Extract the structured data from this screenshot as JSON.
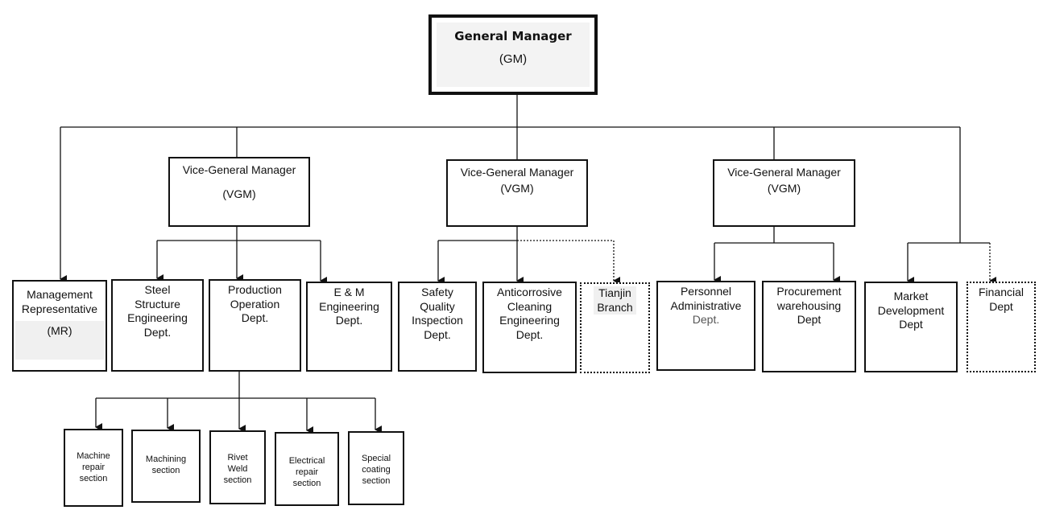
{
  "general_manager": {
    "title": "General Manager",
    "abbr": "(GM)"
  },
  "vgm_left": {
    "title": "Vice-General Manager",
    "abbr": "(VGM)"
  },
  "vgm_middle": {
    "title": "Vice-General Manager",
    "abbr": "(VGM)"
  },
  "vgm_right": {
    "title": "Vice-General Manager",
    "abbr": "(VGM)"
  },
  "management_rep": {
    "line1": "Management",
    "line2": "Representative",
    "abbr": "(MR)"
  },
  "departments": {
    "steel": [
      "Steel",
      "Structure",
      "Engineering",
      "Dept."
    ],
    "production": [
      "Production",
      "Operation",
      "Dept."
    ],
    "em": [
      "E & M",
      "Engineering",
      "Dept."
    ],
    "safety": [
      "Safety",
      "Quality",
      "Inspection",
      "Dept."
    ],
    "anticorrosive": [
      "Anticorrosive",
      "Cleaning",
      "Engineering",
      "Dept."
    ],
    "tianjin": [
      "Tianjin",
      "Branch"
    ],
    "personnel": [
      "Personnel",
      "Administrative",
      "Dept."
    ],
    "procurement": [
      "Procurement",
      "warehousing",
      "Dept"
    ],
    "market": [
      "Market",
      "Development",
      "Dept"
    ],
    "financial": [
      "Financial",
      "Dept"
    ]
  },
  "sections": {
    "machine_repair": [
      "Machine",
      "repair",
      "section"
    ],
    "machining": [
      "Machining",
      "section"
    ],
    "rivet_weld": [
      "Rivet",
      "Weld",
      "section"
    ],
    "electrical_repair": [
      "Electrical",
      "repair",
      "section"
    ],
    "special_coating": [
      "Special",
      "coating",
      "section"
    ]
  },
  "colors": {
    "line": "#111111",
    "shade": "#f0f0f0"
  }
}
